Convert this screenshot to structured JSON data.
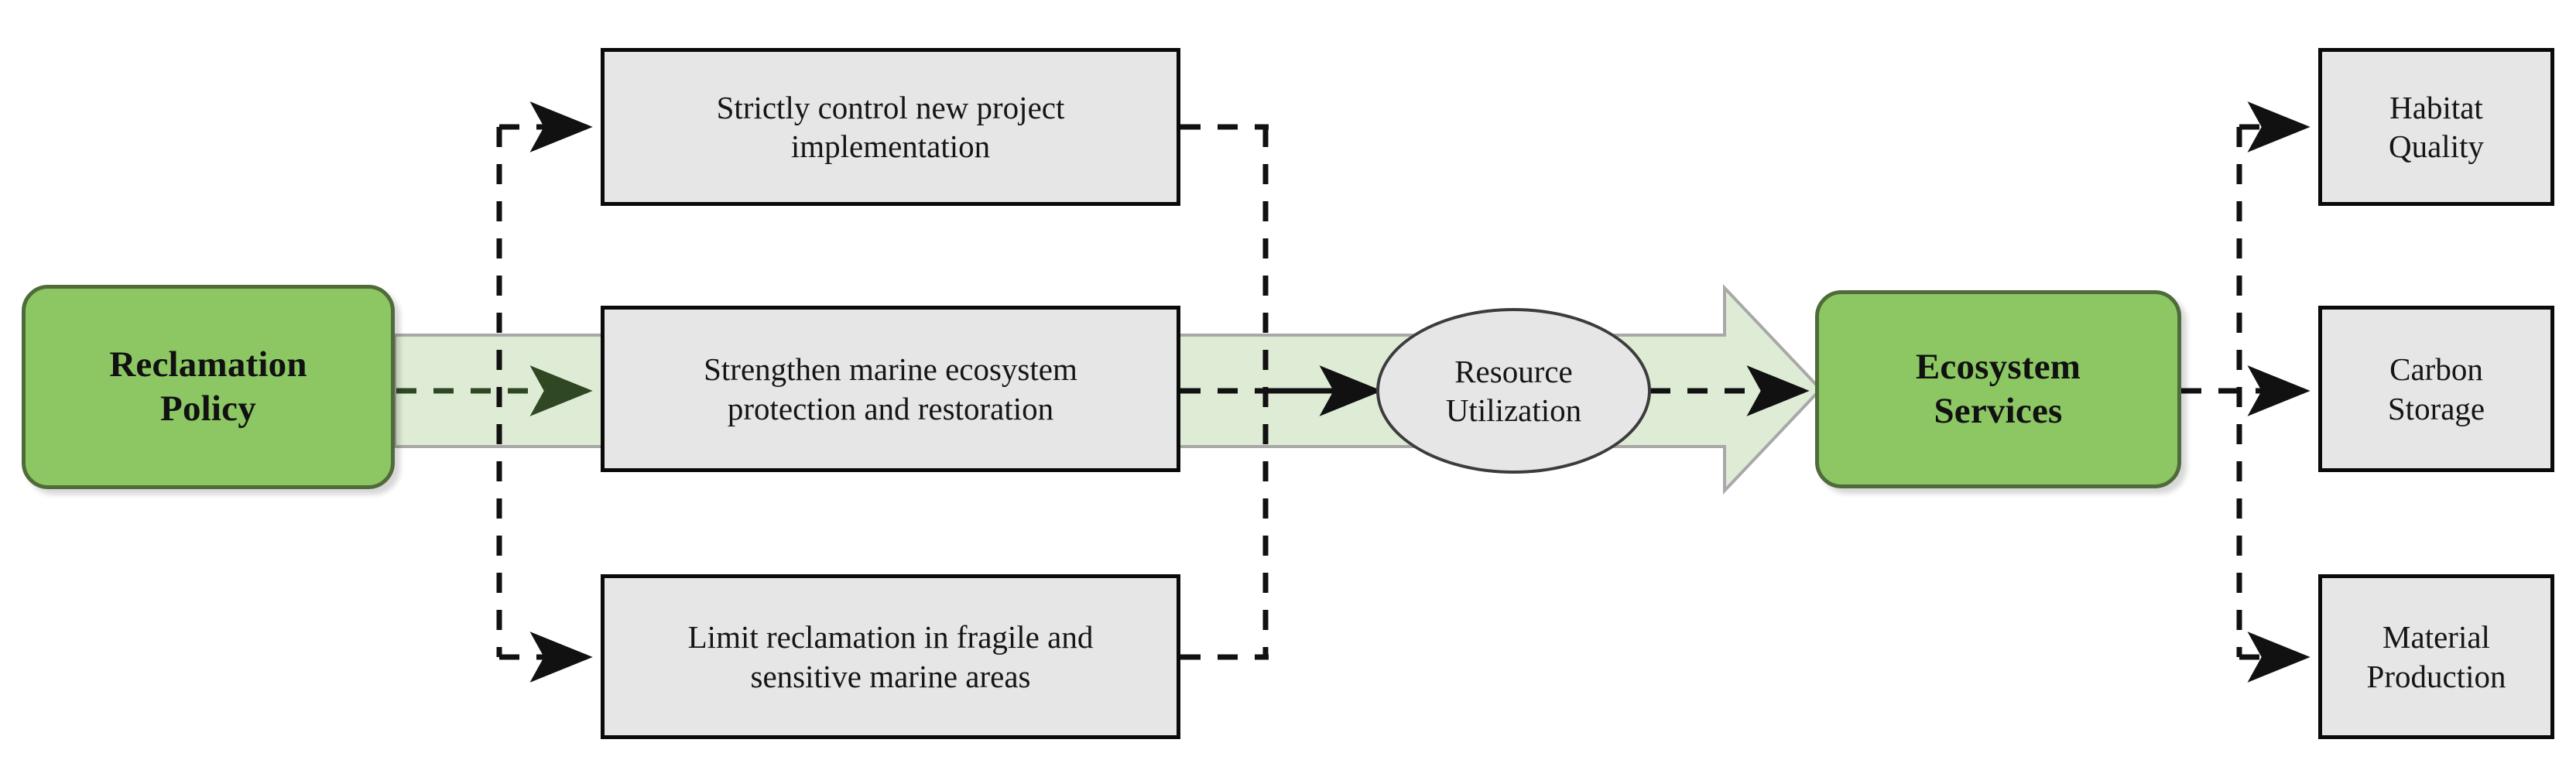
{
  "diagram": {
    "title": "Reclamation Policy to Ecosystem Services pathway",
    "colors": {
      "green_fill": "#8cc763",
      "green_border": "#4f6b39",
      "grey_fill": "#e6e6e6",
      "grey_border": "#0a0a0a",
      "band_fill": "#dfecd5",
      "band_border": "#a8a8a8",
      "ellipse_border": "#3c3c3c",
      "connector": "#111111",
      "background": "#ffffff"
    },
    "source": {
      "id": "reclamation-policy",
      "label": "Reclamation\nPolicy",
      "shape": "rounded-rectangle"
    },
    "measures": [
      {
        "id": "strictly-control-new-project-implementation",
        "label": "Strictly control new project\nimplementation",
        "shape": "rectangle"
      },
      {
        "id": "strengthen-marine-ecosystem-protection-and-restoration",
        "label": "Strengthen marine ecosystem\nprotection and restoration",
        "shape": "rectangle"
      },
      {
        "id": "limit-reclamation-in-fragile-and-sensitive-marine-areas",
        "label": "Limit reclamation in fragile and\nsensitive marine areas",
        "shape": "rectangle"
      }
    ],
    "intermediate": {
      "id": "resource-utilization",
      "label": "Resource\nUtilization",
      "shape": "ellipse"
    },
    "target": {
      "id": "ecosystem-services",
      "label": "Ecosystem\nServices",
      "shape": "rounded-rectangle"
    },
    "outcomes": [
      {
        "id": "habitat-quality",
        "label": "Habitat\nQuality",
        "shape": "rectangle"
      },
      {
        "id": "carbon-storage",
        "label": "Carbon\nStorage",
        "shape": "rectangle"
      },
      {
        "id": "material-production",
        "label": "Material\nProduction",
        "shape": "rectangle"
      }
    ],
    "connectors": {
      "style": "dashed-with-arrowheads",
      "band_arrow_style": "block-arrow",
      "flows": [
        {
          "from": "reclamation-policy",
          "to": "strictly-control-new-project-implementation"
        },
        {
          "from": "reclamation-policy",
          "to": "strengthen-marine-ecosystem-protection-and-restoration"
        },
        {
          "from": "reclamation-policy",
          "to": "limit-reclamation-in-fragile-and-sensitive-marine-areas"
        },
        {
          "from": "strictly-control-new-project-implementation",
          "to": "resource-utilization"
        },
        {
          "from": "strengthen-marine-ecosystem-protection-and-restoration",
          "to": "resource-utilization"
        },
        {
          "from": "limit-reclamation-in-fragile-and-sensitive-marine-areas",
          "to": "resource-utilization"
        },
        {
          "from": "resource-utilization",
          "to": "ecosystem-services"
        },
        {
          "from": "ecosystem-services",
          "to": "habitat-quality"
        },
        {
          "from": "ecosystem-services",
          "to": "carbon-storage"
        },
        {
          "from": "ecosystem-services",
          "to": "material-production"
        }
      ]
    }
  }
}
